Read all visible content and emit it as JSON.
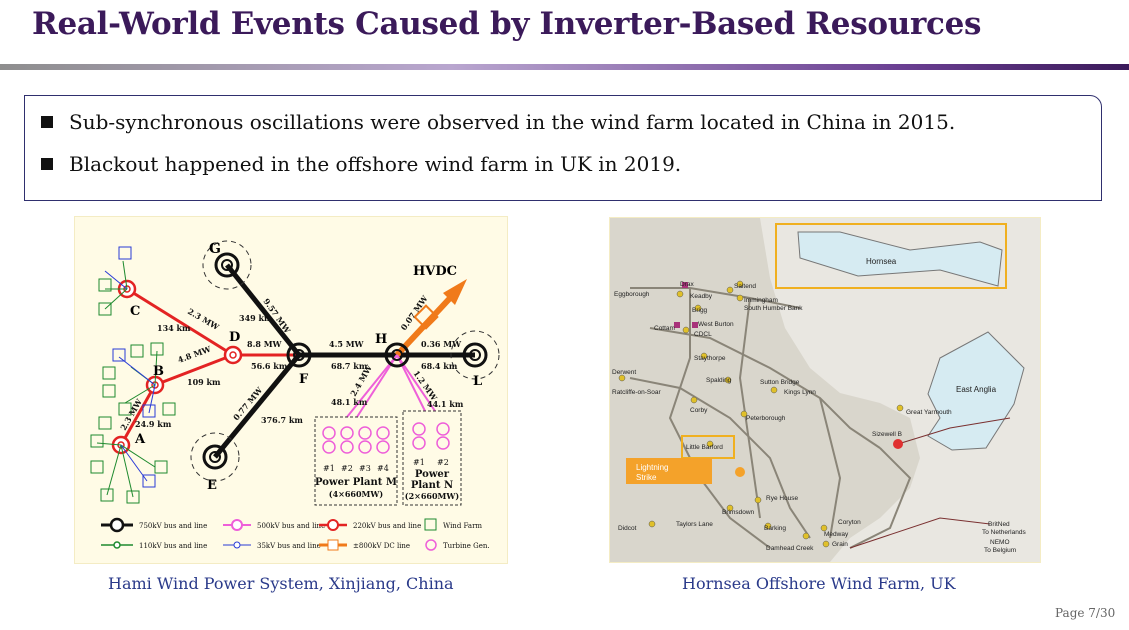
{
  "title": "Real-World Events Caused by Inverter-Based Resources",
  "bullets": [
    "Sub-synchronous oscillations were observed in the wind farm located in China in 2015.",
    "Blackout happened in the offshore wind farm in UK in 2019."
  ],
  "left_figure": {
    "caption": "Hami Wind Power System, Xinjiang, China",
    "nodes": {
      "G": "G",
      "C": "C",
      "D": "D",
      "B": "B",
      "A": "A",
      "F": "F",
      "E": "E",
      "H": "H",
      "L": "L"
    },
    "hvdc": "HVDC",
    "line_labels": {
      "gf_mw": "9.57 MW",
      "gf_km": "349 km",
      "cd_mw": "2.3 MW",
      "cd_km": "134 km",
      "df_mw": "8.8 MW",
      "df_km": "56.6 km",
      "bd_mw": "4.8 MW",
      "bd_km": "109 km",
      "ab_mw": "2.3 MW",
      "ab_km": "24.9 km",
      "ef_mw": "0.77 MW",
      "ef_km": "376.7 km",
      "fh_mw": "4.5 MW",
      "fh_km": "68.7 km",
      "hvdc_mw": "0.07 MW",
      "hl_mw": "0.36 MW",
      "hl_km": "68.4 km",
      "hm_mw": "2.4 MW",
      "hm_km": "48.1 km",
      "hn_mw": "1.2 MW",
      "hn_km": "44.1 km"
    },
    "units_m": [
      "#1",
      "#2",
      "#3",
      "#4"
    ],
    "units_n": [
      "#1",
      "#2"
    ],
    "plant_m": [
      "Power Plant M",
      "(4×660MW)"
    ],
    "plant_n": [
      "Power",
      "Plant N",
      "(2×660MW)"
    ],
    "legend": [
      "750kV bus and line",
      "500kV bus and line",
      "220kV bus and line",
      "Wind Farm",
      "110kV bus and line",
      "35kV bus and line",
      "±800kV DC line",
      "Turbine Gen."
    ],
    "colors": {
      "kv750": "#111111",
      "kv500": "#ee5fd9",
      "kv220": "#e32323",
      "kv110": "#1e8a2e",
      "kv35": "#2a3bd6",
      "dc": "#f07a1a",
      "windfarm": "#1e8a2e"
    }
  },
  "right_figure": {
    "caption": "Hornsea Offshore Wind Farm, UK",
    "places": [
      "Hornsea",
      "East Anglia",
      "Drax",
      "Saltend",
      "Keadby",
      "Immingham",
      "South Humber Bank",
      "Eggborough",
      "Brigg",
      "West Burton",
      "Cottam",
      "CDCL",
      "Staythorpe",
      "Spalding",
      "Sutton Bridge",
      "Kings Lynn",
      "Corby",
      "Peterborough",
      "Little Barford",
      "Rye House",
      "Brimsdown",
      "Taylors Lane",
      "Barking",
      "Damhead Creek",
      "Coryton",
      "Medway",
      "Grain",
      "Didcot",
      "Derwent",
      "Ratcliffe-on-Soar",
      "Sizewell B",
      "Great Yarmouth",
      "BritNed",
      "To Netherlands",
      "NEMO",
      "To Belgium"
    ],
    "annotation": [
      "Lightning",
      "Strike"
    ]
  },
  "page": "Page 7/30"
}
